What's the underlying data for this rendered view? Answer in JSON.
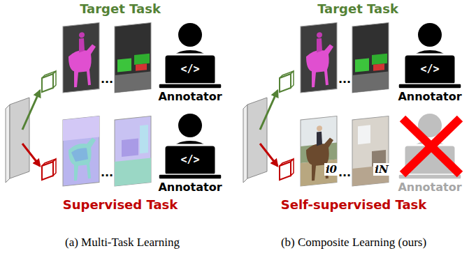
{
  "diagram": {
    "nodes": [
      {
        "text": [
          "</>",
          "Annotator"
        ]
      },
      {
        "text": [
          "</>",
          "Annotator"
        ]
      },
      {
        "text": [
          "</>",
          "Annotator"
        ]
      },
      {
        "text": [
          "Annotator"
        ]
      }
    ],
    "labels": [
      "Target Task",
      "...",
      "...",
      "Supervised Task",
      "(a) Multi-Task Learning",
      "Target Task",
      "...",
      "i0",
      "...",
      "iN",
      "Self-supervised Task",
      "(b) Composite Learning (ours)"
    ]
  }
}
